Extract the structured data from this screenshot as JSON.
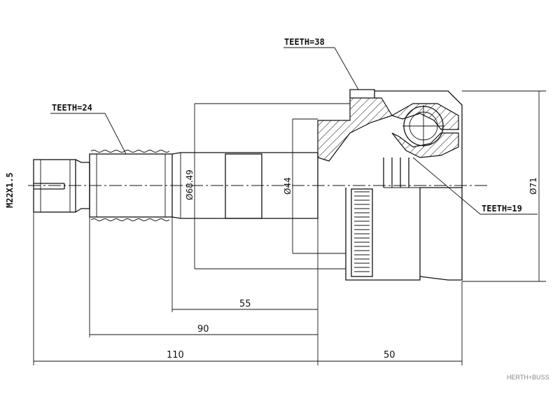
{
  "labels": {
    "teeth_top": "TEETH=38",
    "teeth_left": "TEETH=24",
    "teeth_right": "TEETH=19",
    "thread": "M22X1.5",
    "dia_shaft": "Ø68.49",
    "dia_inner": "Ø44",
    "dia_outer": "Ø71",
    "dim_55": "55",
    "dim_90": "90",
    "dim_110": "110",
    "dim_50": "50",
    "brand": "HERTH+BUSS"
  }
}
